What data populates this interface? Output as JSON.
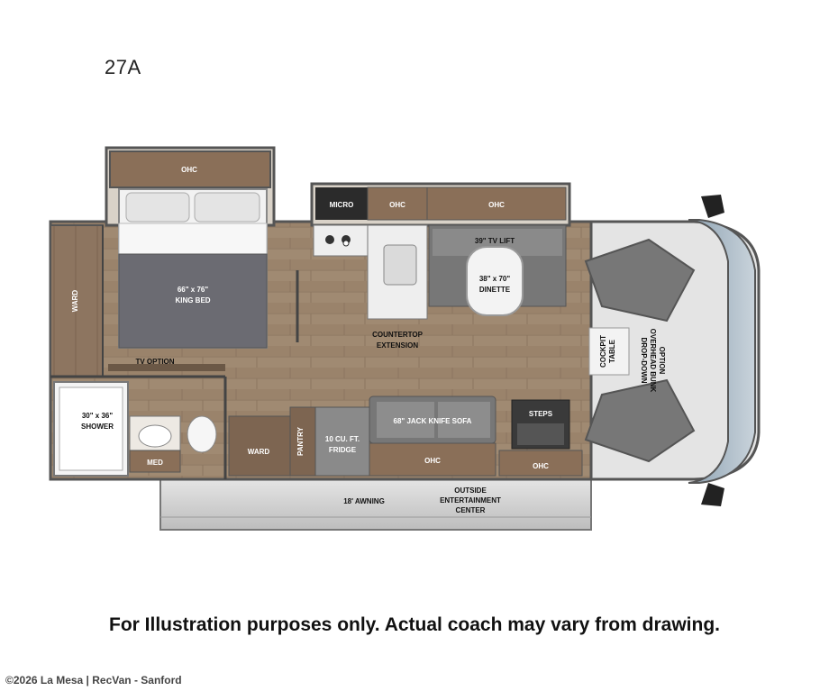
{
  "model": "27A",
  "labels": {
    "ohc_bedroom": "OHC",
    "micro": "MICRO",
    "ohc_kitchen_1": "OHC",
    "ohc_kitchen_2": "OHC",
    "ward_left": "WARD",
    "bed_size": "66\" x 76\"",
    "bed_name": "KING BED",
    "tv_option": "TV OPTION",
    "tv_lift": "39\" TV LIFT",
    "dinette_size": "38\" x 70\"",
    "dinette": "DINETTE",
    "countertop_1": "COUNTERTOP",
    "countertop_2": "EXTENSION",
    "cockpit_1": "COCKPIT",
    "cockpit_2": "TABLE",
    "bunk_1": "DROP-DOWN",
    "bunk_2": "OVERHEAD BUNK",
    "bunk_3": "OPTION",
    "shower_size": "30\" x 36\"",
    "shower": "SHOWER",
    "med": "MED",
    "ward_bath": "WARD",
    "pantry": "PANTRY",
    "fridge_1": "10 CU. FT.",
    "fridge_2": "FRIDGE",
    "sofa": "68\" JACK KNIFE SOFA",
    "ohc_sofa": "OHC",
    "steps": "STEPS",
    "ohc_steps": "OHC",
    "awning": "18' AWNING",
    "ent_1": "OUTSIDE",
    "ent_2": "ENTERTAINMENT",
    "ent_3": "CENTER"
  },
  "disclaimer": "For Illustration purposes only.  Actual coach may vary from drawing.",
  "copyright": "©2026 La Mesa | RecVan - Sanford"
}
